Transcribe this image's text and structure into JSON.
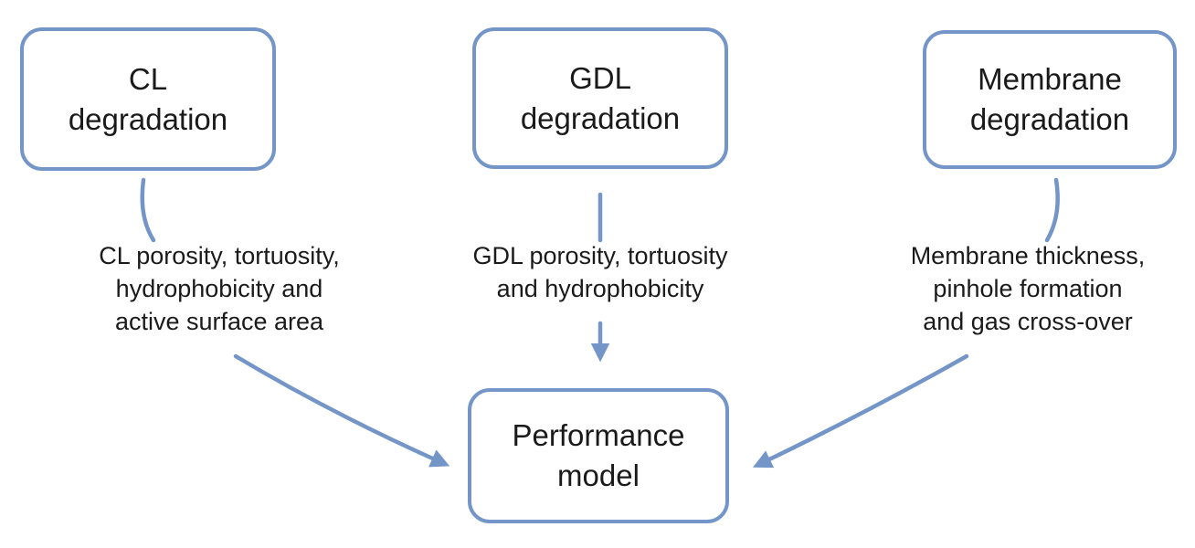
{
  "colors": {
    "accent": "#7495c8",
    "text": "#1a1a1a",
    "background": "#ffffff"
  },
  "nodes": {
    "cl_degradation": {
      "label": "CL\ndegradation"
    },
    "gdl_degradation": {
      "label": "GDL\ndegradation"
    },
    "membrane_degradation": {
      "label": "Membrane\ndegradation"
    },
    "performance_model": {
      "label": "Performance\nmodel"
    }
  },
  "annotations": {
    "cl_parameters": {
      "label": "CL porosity, tortuosity,\nhydrophobicity and\nactive surface area"
    },
    "gdl_parameters": {
      "label": "GDL porosity, tortuosity\nand hydrophobicity"
    },
    "membrane_parameters": {
      "label": "Membrane thickness,\npinhole formation\nand gas cross-over"
    }
  },
  "edges": [
    {
      "from": "cl_degradation",
      "to": "cl_parameters",
      "arrowhead": false
    },
    {
      "from": "gdl_degradation",
      "to": "gdl_parameters",
      "arrowhead": false
    },
    {
      "from": "membrane_degradation",
      "to": "membrane_parameters",
      "arrowhead": false
    },
    {
      "from": "cl_parameters",
      "to": "performance_model",
      "arrowhead": true
    },
    {
      "from": "gdl_parameters",
      "to": "performance_model",
      "arrowhead": true
    },
    {
      "from": "membrane_parameters",
      "to": "performance_model",
      "arrowhead": true
    }
  ]
}
